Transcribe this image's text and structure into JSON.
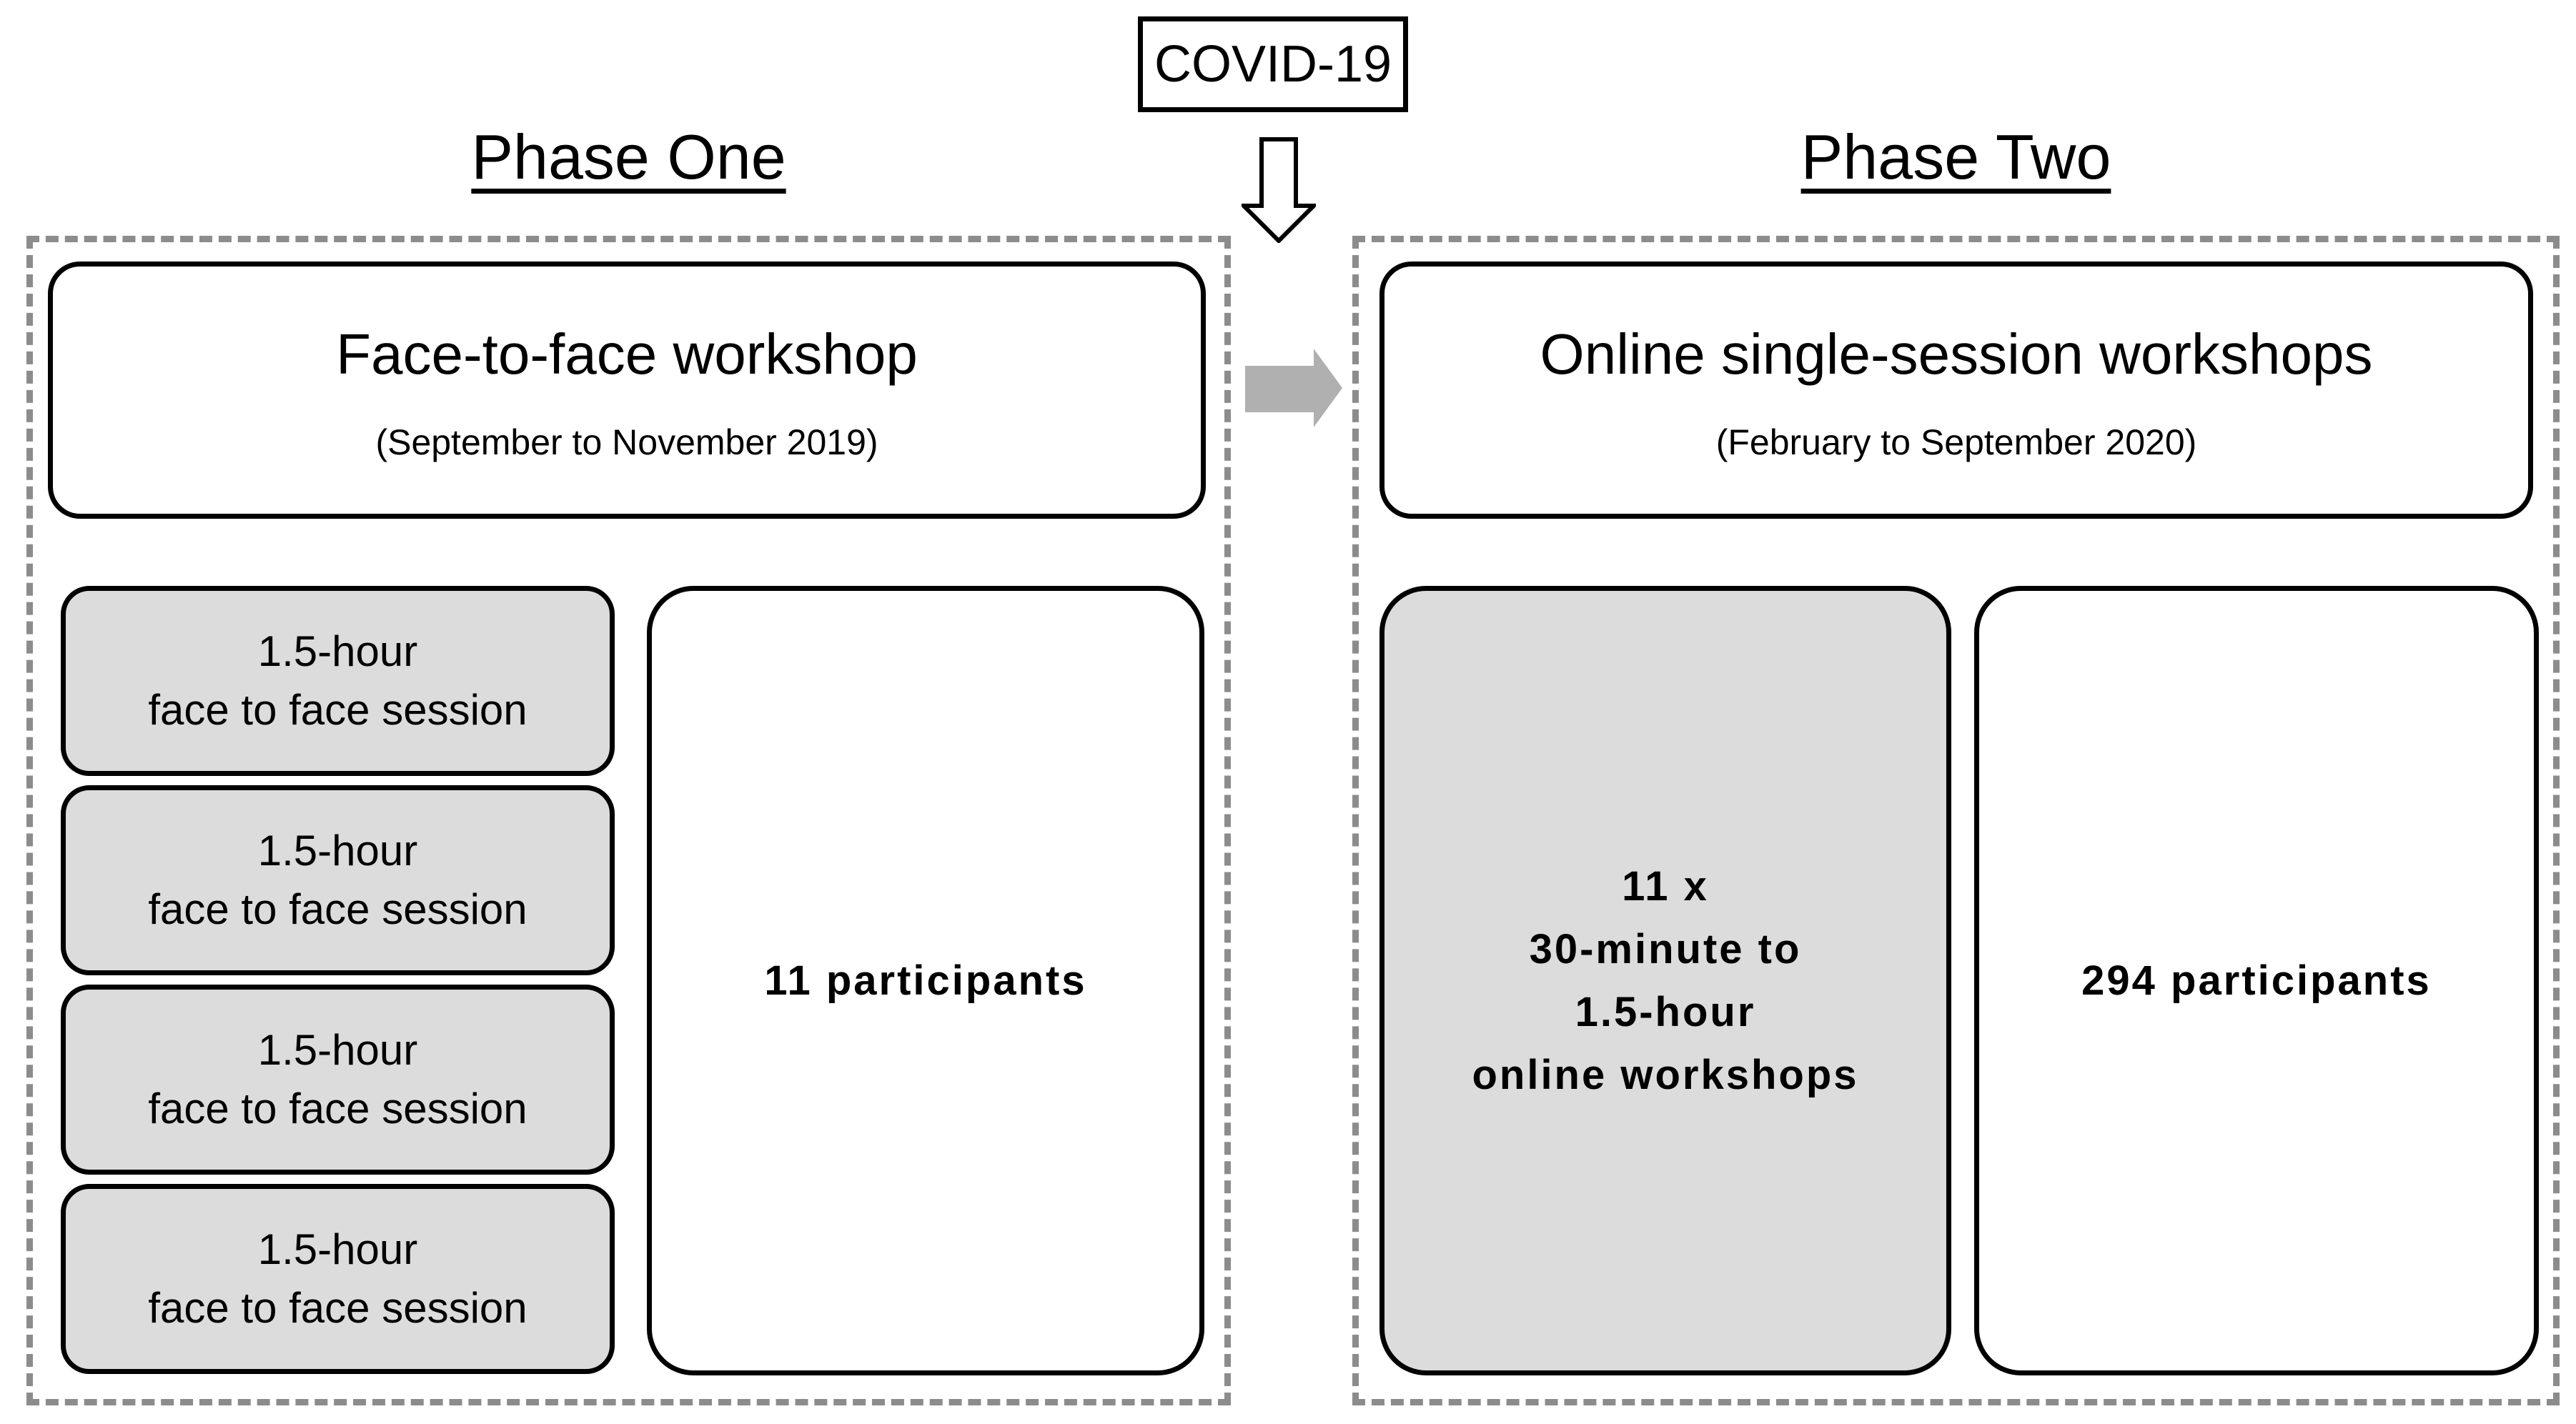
{
  "covid_label": "COVID-19",
  "phase1": {
    "title": "Phase One",
    "header": {
      "title": "Face-to-face workshop",
      "subtitle": "(September to November 2019)"
    },
    "sessions": [
      {
        "line1": "1.5-hour",
        "line2": "face to face session"
      },
      {
        "line1": "1.5-hour",
        "line2": "face to face session"
      },
      {
        "line1": "1.5-hour",
        "line2": "face to face session"
      },
      {
        "line1": "1.5-hour",
        "line2": "face to face session"
      }
    ],
    "participants": "11 participants"
  },
  "phase2": {
    "title": "Phase Two",
    "header": {
      "title": "Online single-session workshops",
      "subtitle": "(February to September 2020)"
    },
    "workshops": {
      "line1": "11 x",
      "line2": "30-minute to",
      "line3": "1.5-hour",
      "line4": "online workshops"
    },
    "participants": "294 participants"
  },
  "icons": {
    "down_arrow": "down-arrow-outline",
    "right_arrow": "right-arrow-filled"
  },
  "colors": {
    "box_gray": "#dcdcdc",
    "dashed_border": "#8c8c8c",
    "arrow_gray": "#b0b0b0",
    "line_black": "#000000"
  }
}
